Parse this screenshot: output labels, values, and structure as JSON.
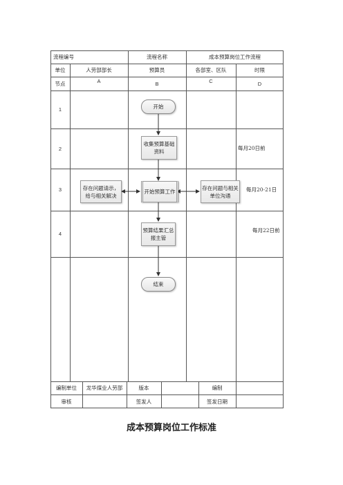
{
  "header": {
    "flow_no_label": "流程编号",
    "flow_name_label": "流程名称",
    "flow_name_value": "成本预算岗位工作流程"
  },
  "roles": {
    "unit_label": "单位",
    "col_a": "人劳部部长",
    "col_b": "预算员",
    "col_c": "各部室、区队",
    "col_d": "时限"
  },
  "nodes": {
    "label": "节点",
    "a": "A",
    "b": "B",
    "c": "C",
    "d": "D"
  },
  "rows": [
    "1",
    "2",
    "3",
    "4"
  ],
  "flow": {
    "start": "开始",
    "collect": "收集预算基础资料",
    "begin_budget": "开始预算工作",
    "issue_left": "存在问题请示，给与相关解决",
    "issue_right": "存在问题与相关单位沟通",
    "report": "预算结果汇总报主管",
    "end": "结束"
  },
  "deadlines": {
    "row2": "每月20日前",
    "row3": "每月20-21日",
    "row4": "每月22日前"
  },
  "footer": {
    "compiler_unit_label": "编制单位",
    "compiler_unit_value": "龙华煤业人劳部",
    "version_label": "版本",
    "version_value": "",
    "compiled_label": "编制",
    "compiled_value": "",
    "review_label": "审核",
    "review_value": "",
    "issuer_label": "签发人",
    "issuer_value": "",
    "issue_date_label": "签发日期",
    "issue_date_value": ""
  },
  "document_title": "成本预算岗位工作标准"
}
